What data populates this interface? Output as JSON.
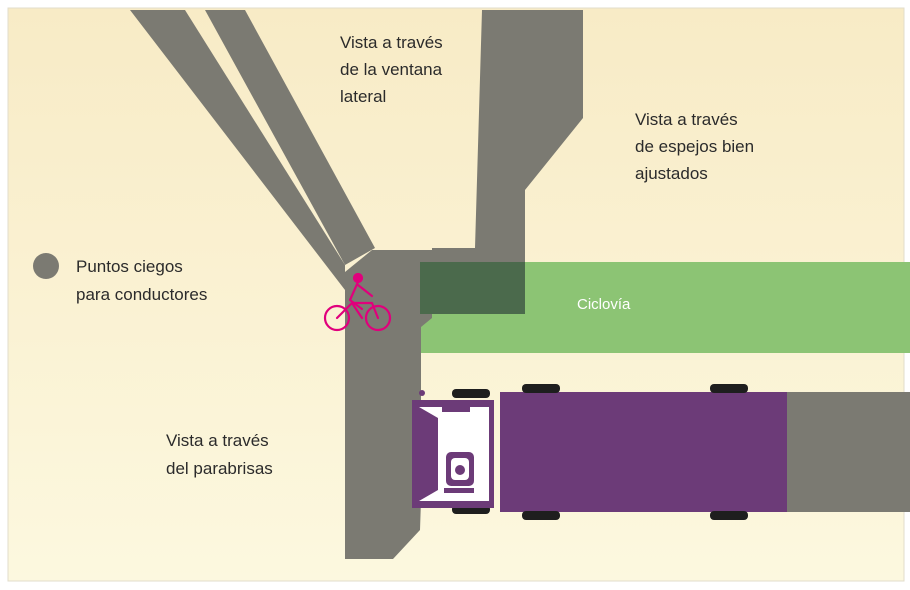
{
  "labels": {
    "side_window": [
      "Vista a través",
      "de la ventana",
      "lateral"
    ],
    "mirrors": [
      "Vista a través",
      "de espejos bien",
      "ajustados"
    ],
    "windshield": [
      "Vista a través",
      "del parabrisas"
    ],
    "bike_lane": "Ciclovía"
  },
  "legend": {
    "lines": [
      "Puntos ciegos",
      "para conductores"
    ]
  },
  "colors": {
    "background_top": "#f8ebc6",
    "background_bottom": "#fcf8df",
    "blind_spot": "#7b7a72",
    "bike_lane": "#8cc474",
    "bike_lane_shadowed": "#4b6a4c",
    "truck": "#6c3b78",
    "cyclist": "#e0007c",
    "tire": "#1e1e1e"
  }
}
